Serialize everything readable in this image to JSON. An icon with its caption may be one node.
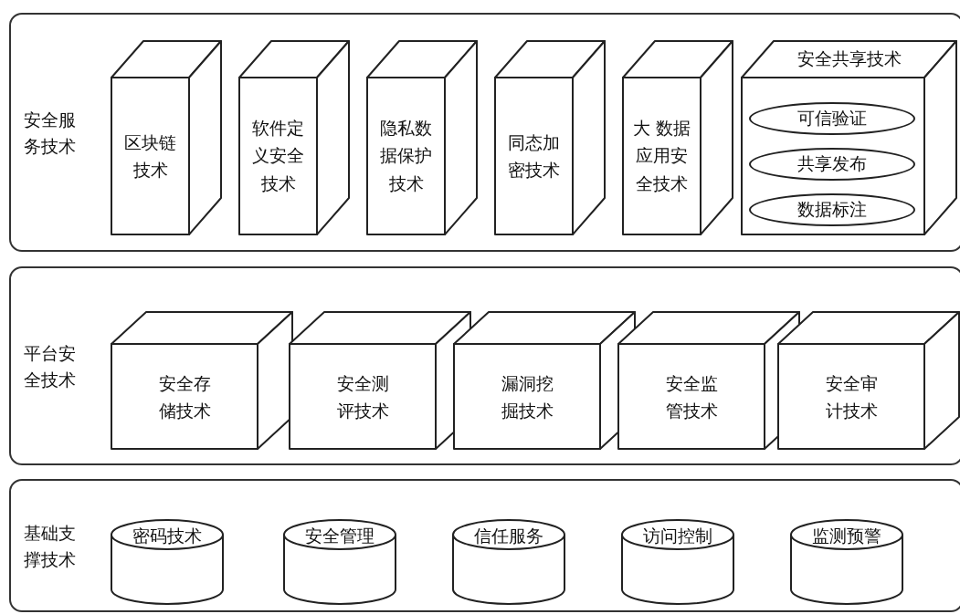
{
  "diagram": {
    "nodes": [
      {
        "text": [
          "安全服务技术"
        ]
      },
      {
        "text": [
          "区块链技术"
        ],
        "in": 0
      },
      {
        "text": [
          "软件定义安全技术"
        ],
        "in": 0
      },
      {
        "text": [
          "隐私数据保护技术"
        ],
        "in": 0
      },
      {
        "text": [
          "同态加密技术"
        ],
        "in": 0
      },
      {
        "text": [
          "大 数据应用安全技术"
        ],
        "in": 0
      },
      {
        "text": [
          "安全共享技术"
        ],
        "in": 0
      },
      {
        "text": [
          "可信验证"
        ],
        "in": 6
      },
      {
        "text": [
          "共享发布"
        ],
        "in": 6
      },
      {
        "text": [
          "数据标注"
        ],
        "in": 6
      },
      {
        "text": [
          "平台安全技术"
        ]
      },
      {
        "text": [
          "安全存储技术"
        ],
        "in": 10
      },
      {
        "text": [
          "安全测评技术"
        ],
        "in": 10
      },
      {
        "text": [
          "漏洞挖掘技术"
        ],
        "in": 10
      },
      {
        "text": [
          "安全监管技术"
        ],
        "in": 10
      },
      {
        "text": [
          "安全审计技术"
        ],
        "in": 10
      },
      {
        "text": [
          "基础支撑技术"
        ]
      },
      {
        "text": [
          "密码技术"
        ],
        "in": 16
      },
      {
        "text": [
          "安全管理"
        ],
        "in": 16
      },
      {
        "text": [
          "信任服务"
        ],
        "in": 16
      },
      {
        "text": [
          "访问控制"
        ],
        "in": 16
      },
      {
        "text": [
          "监测预警"
        ],
        "in": 16
      }
    ]
  }
}
